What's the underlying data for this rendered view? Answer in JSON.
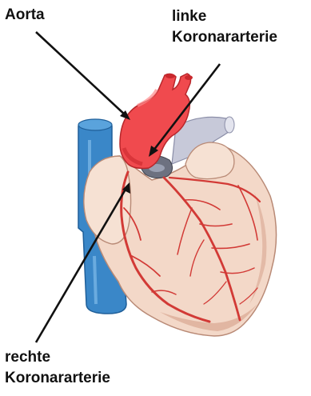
{
  "labels": {
    "aorta": "Aorta",
    "left_coronary_line1": "linke",
    "left_coronary_line2": "Koronararterie",
    "right_coronary_line1": "rechte",
    "right_coronary_line2": "Koronararterie"
  },
  "colors": {
    "aorta": "#f04a4e",
    "aorta_shadow": "#c9282d",
    "vena_cava": "#3a87c8",
    "vena_cava_dark": "#1f5f99",
    "heart_fill": "#f3d8c8",
    "heart_shadow": "#dcae98",
    "vessel": "#d23a36",
    "pulmonary": "#c7c9d9",
    "leader_line": "#111111"
  }
}
